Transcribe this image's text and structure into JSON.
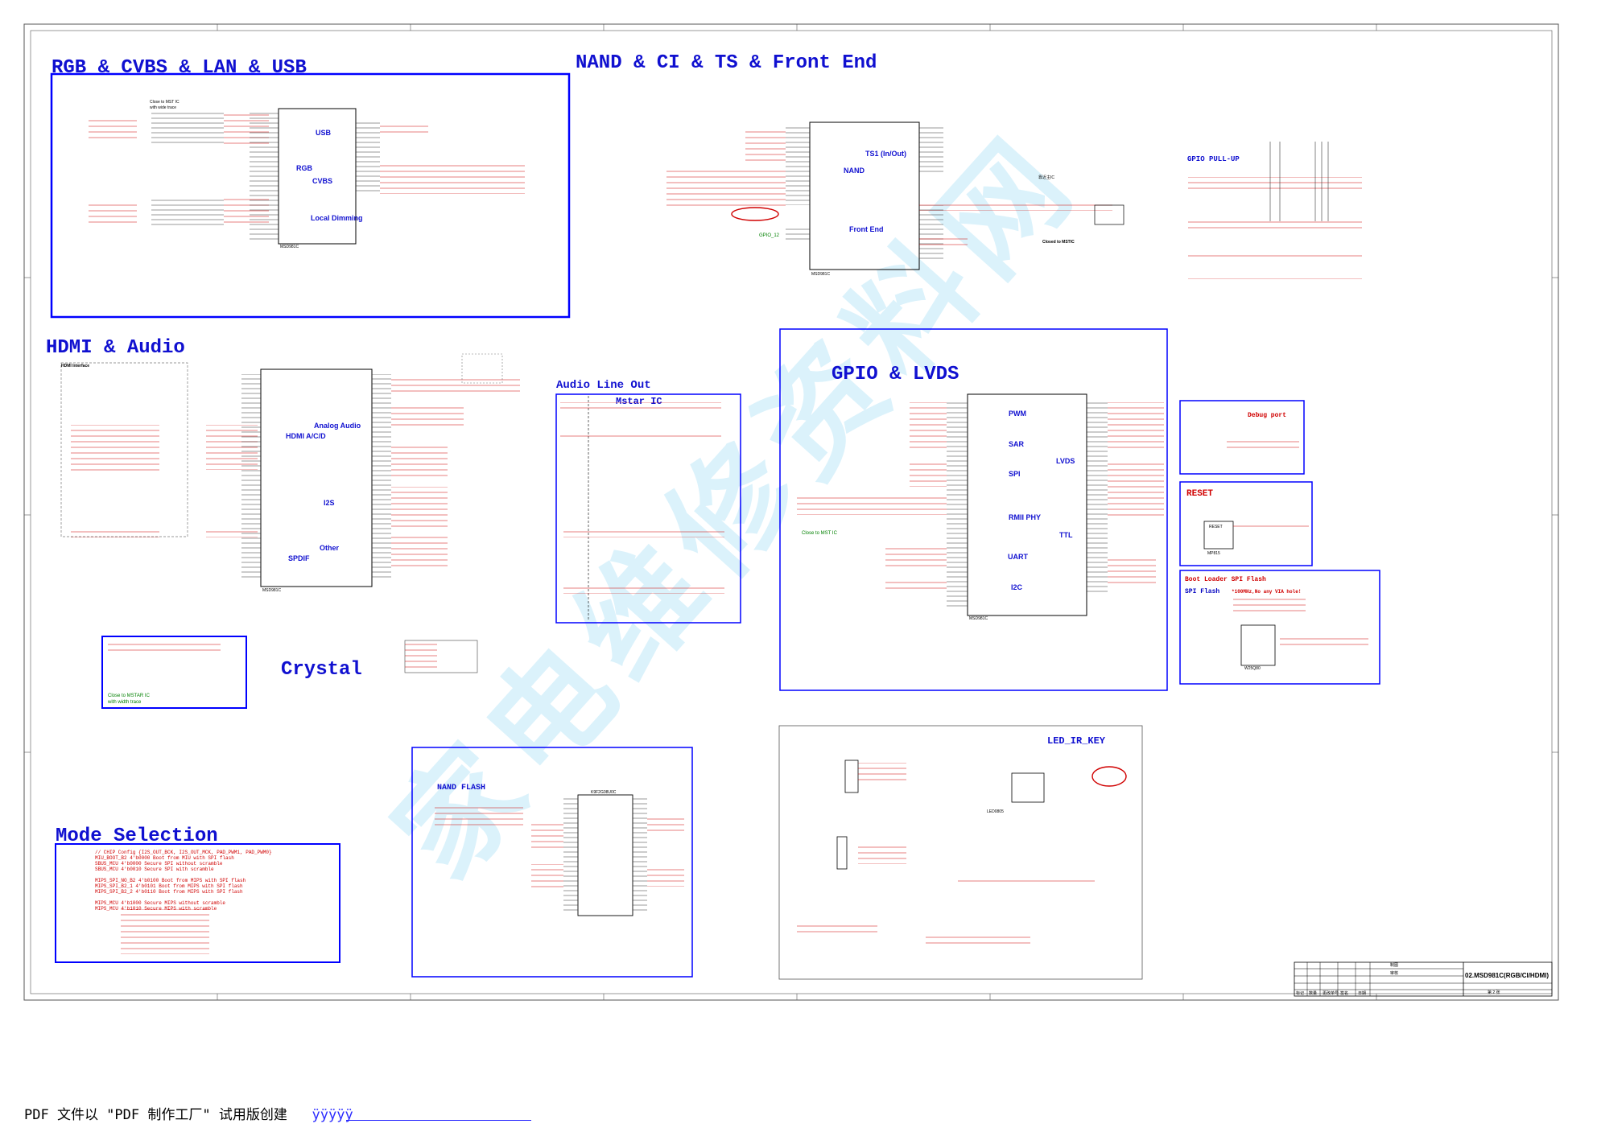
{
  "sections": {
    "rgb": "RGB & CVBS & LAN & USB",
    "nand": "NAND & CI & TS & Front End",
    "hdmi": "HDMI & Audio",
    "gpio": "GPIO & LVDS",
    "crystal": "Crystal",
    "mode": "Mode Selection"
  },
  "blocks": {
    "audio_line_out": "Audio Line Out",
    "mstar_ic": "Mstar IC",
    "nand_flash": "NAND FLASH",
    "led_ir_key": "LED_IR_KEY",
    "gpio_pullup": "GPIO PULL-UP",
    "debug_port": "Debug port",
    "reset": "RESET",
    "boot_loader": "Boot Loader SPI Flash",
    "spi_flash": "SPI Flash",
    "spi_note": "*100MHz,No any VIA hole!",
    "hdmi_interface": "HDMI Interface",
    "close_mst": "Close to MST IC",
    "close_mst_wide": "with wide trace",
    "closed_mstic": "Closed to MSTIC",
    "close_mstar": "Close to MSTAR IC",
    "close_mstar2": "with width trace"
  },
  "ic_labels": {
    "rgb": "RGB",
    "usb": "USB",
    "cvbs": "CVBS",
    "local_dimming": "Local Dimming",
    "nand": "NAND",
    "ts1": "TS1 (In/Out)",
    "front_end": "Front End",
    "hdmi_acd": "HDMI A/C/D",
    "analog_audio": "Analog Audio",
    "i2s": "I2S",
    "spdif": "SPDIF",
    "other": "Other",
    "pwm": "PWM",
    "sar": "SAR",
    "spi": "SPI",
    "rmii": "RMII PHY",
    "lvds": "LVDS",
    "ttl": "TTL",
    "uart": "UART",
    "i2c": "I2C"
  },
  "part_numbers": {
    "u1": "MSD981C",
    "u2": "MSD981C",
    "u3": "MSD981C",
    "u4": "MSD981C",
    "flash": "K9F2G08U0C",
    "spi": "W25Q80",
    "reset": "MP815",
    "reset_label": "RESET",
    "led": "LED0805"
  },
  "labels": {
    "near_main_ic": "靠近主IC",
    "gpio_12": "GPIO_12"
  },
  "mode_lines": [
    "// CHIP Config  {I2S_OUT_BCK, I2S_OUT_MCK, PAD_PWM1, PAD_PWM0}",
    "MIU_BOOT_B2     4'b0000  Boot from MIU with SPI flash",
    "SBUS_MCU        4'b0000  Secure SPI without scramble",
    "SBUS_MCU        4'b0010  Secure SPI with scramble",
    "",
    "MIPS_SPI_NO_B2  4'b0100  Boot from MIPS with SPI flash",
    "MIPS_SPI_B2_1   4'b0101  Boot from MIPS with SPI flash",
    "MIPS_SPI_B2_2   4'b0110  Boot from MIPS with SPI flash",
    "",
    "MIPS_MCU        4'b1000  Secure MIPS without scramble",
    "MIPS_MCU        4'b1010  Secure MIPS with scramble"
  ],
  "title_block": {
    "title": "02.MSD981C(RGB/CI/HDMI)",
    "sheet": "第 2 张",
    "cells": [
      "标记",
      "数量",
      "更改单号",
      "签名",
      "日期"
    ],
    "draw": "制图",
    "check": "审核"
  },
  "watermark": "家电维修资料网",
  "footer": {
    "text": "PDF 文件以 \"PDF 制作工厂\" 试用版创建",
    "link": "ÿÿÿÿÿ"
  },
  "colors": {
    "frame": "#0000ff",
    "wire": "#d00000",
    "ink": "#000000",
    "watermark": "#d8f1fb"
  }
}
